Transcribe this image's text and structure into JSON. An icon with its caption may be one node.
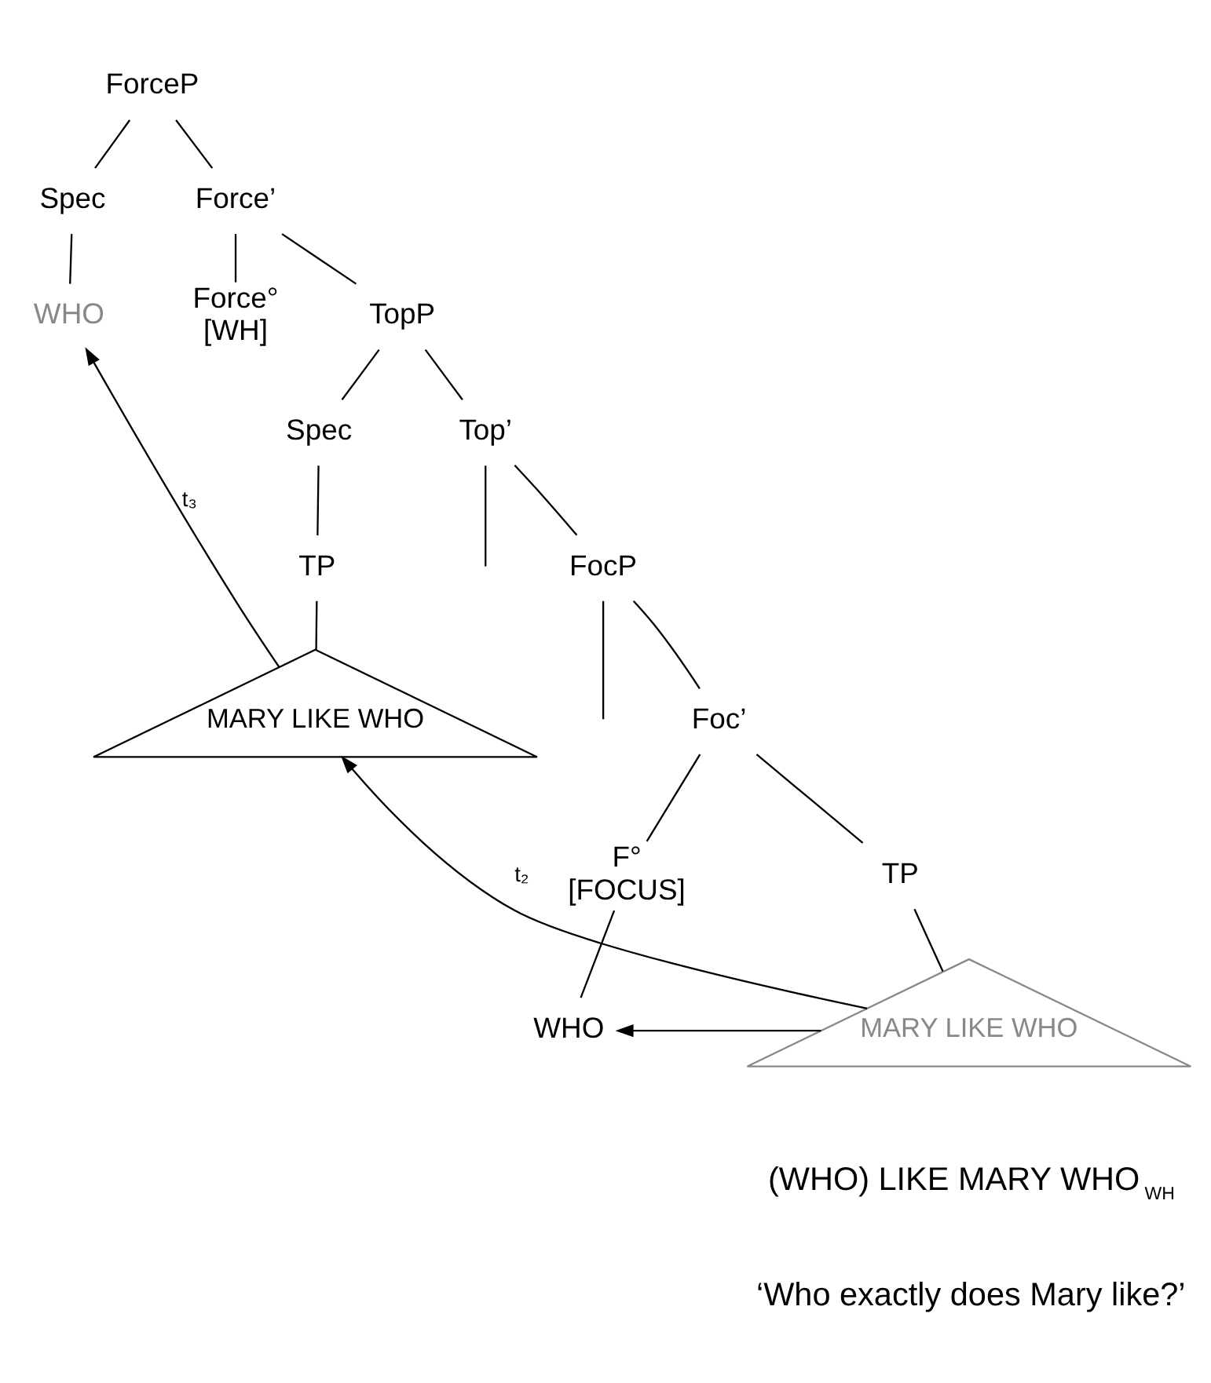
{
  "diagram": {
    "nodes": [
      {
        "text": [
          "ForceP"
        ]
      },
      {
        "text": [
          "Spec"
        ]
      },
      {
        "text": [
          "WHO"
        ]
      },
      {
        "text": [
          "Force’"
        ]
      },
      {
        "text": [
          "Force°",
          "[WH]"
        ]
      },
      {
        "text": [
          "TopP"
        ]
      },
      {
        "text": [
          "Spec"
        ]
      },
      {
        "text": [
          "TP"
        ]
      },
      {
        "text": [
          "MARY LIKE WHO"
        ]
      },
      {
        "text": [
          "Top’"
        ]
      },
      {
        "text": [
          "FocP"
        ]
      },
      {
        "text": [
          "Foc’"
        ]
      },
      {
        "text": [
          "F°",
          "[FOCUS]"
        ]
      },
      {
        "text": [
          "WHO"
        ]
      },
      {
        "text": [
          "TP"
        ]
      },
      {
        "text": [
          "MARY LIKE WHO"
        ]
      }
    ],
    "edges": [
      {
        "from": 0,
        "to": 1,
        "arrow": "none"
      },
      {
        "from": 1,
        "to": 2,
        "arrow": "none"
      },
      {
        "from": 0,
        "to": 3,
        "arrow": "none"
      },
      {
        "from": 3,
        "to": 4,
        "arrow": "none"
      },
      {
        "from": 3,
        "to": 5,
        "arrow": "none"
      },
      {
        "from": 5,
        "to": 6,
        "arrow": "none"
      },
      {
        "from": 6,
        "to": 7,
        "arrow": "none"
      },
      {
        "from": 7,
        "to": 8,
        "arrow": "none"
      },
      {
        "from": 5,
        "to": 9,
        "arrow": "none"
      },
      {
        "from": 9,
        "to": null,
        "arrow": "none"
      },
      {
        "from": 9,
        "to": 10,
        "arrow": "none"
      },
      {
        "from": 10,
        "to": null,
        "arrow": "none"
      },
      {
        "from": 10,
        "to": 11,
        "arrow": "none"
      },
      {
        "from": 11,
        "to": 12,
        "arrow": "none"
      },
      {
        "from": 12,
        "to": 13,
        "arrow": "none"
      },
      {
        "from": 11,
        "to": 14,
        "arrow": "none"
      },
      {
        "from": 14,
        "to": 15,
        "arrow": "none"
      },
      {
        "from": 15,
        "to": 13,
        "arrow": "to"
      },
      {
        "from": 15,
        "to": 8,
        "arrow": "to",
        "label": "t₂"
      },
      {
        "from": 8,
        "to": 2,
        "arrow": "to",
        "label": "t₃"
      }
    ],
    "labels": [
      "(WHO) LIKE MARY WHO$_{WH}$",
      "‘Who exactly does Mary like?’"
    ]
  }
}
